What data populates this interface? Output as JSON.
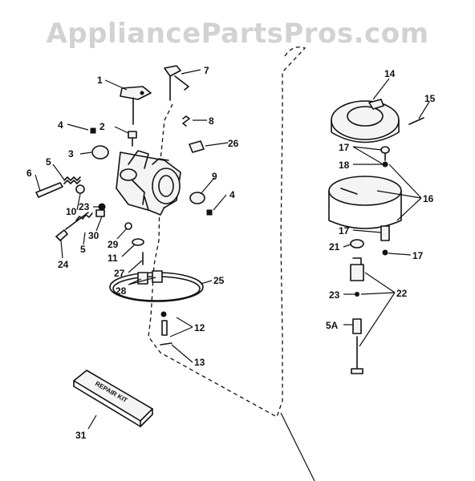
{
  "watermark": "AppliancePartsPros.com",
  "callouts": {
    "c1": "1",
    "c2": "2",
    "c3": "3",
    "c4a": "4",
    "c4b": "4",
    "c5a": "5",
    "c5b": "5",
    "c6": "6",
    "c7": "7",
    "c8": "8",
    "c9": "9",
    "c10": "10",
    "c11": "11",
    "c12": "12",
    "c13": "13",
    "c14": "14",
    "c15": "15",
    "c16": "16",
    "c17a": "17",
    "c17b": "17",
    "c17c": "17",
    "c18": "18",
    "c21": "21",
    "c22": "22",
    "c23a": "23",
    "c23b": "23",
    "c24": "24",
    "c25": "25",
    "c26": "26",
    "c27": "27",
    "c28": "28",
    "c29": "29",
    "c30": "30",
    "c31": "31",
    "c5A": "5A"
  },
  "repair_kit_label": "REPAIR KIT"
}
